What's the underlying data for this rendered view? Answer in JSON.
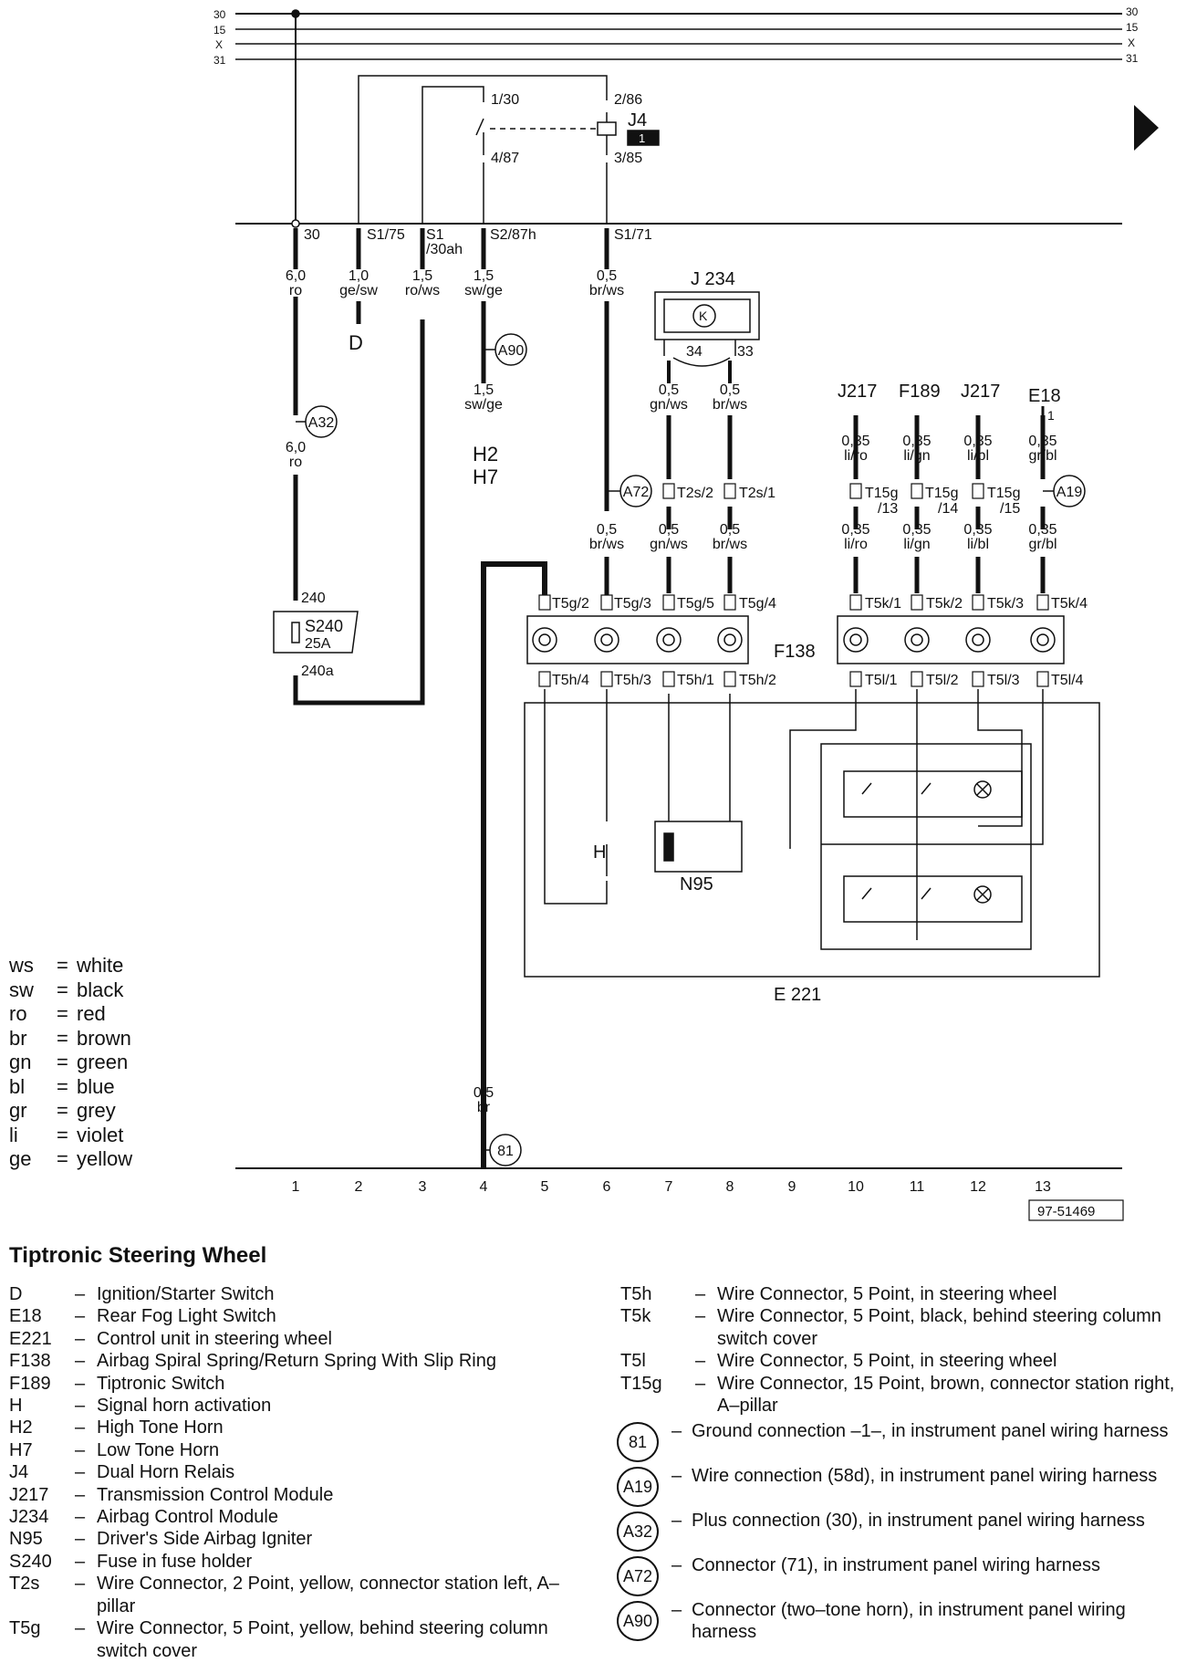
{
  "rails": {
    "left_labels": [
      "30",
      "15",
      "X",
      "31"
    ],
    "right_labels": [
      "30",
      "15",
      "X",
      "31"
    ]
  },
  "relay": {
    "name": "J4",
    "badge": "1",
    "pins": [
      "1/30",
      "4/87",
      "2/86",
      "3/85"
    ]
  },
  "terminals": [
    "30",
    "S1/75",
    "S1",
    "/30ah",
    "S2/87h",
    "S1/71"
  ],
  "wires": {
    "w1": [
      "6,0",
      "ro"
    ],
    "w2": [
      "1,0",
      "ge/sw"
    ],
    "w3": [
      "1,5",
      "ro/ws"
    ],
    "w4a": [
      "1,5",
      "sw/ge"
    ],
    "w4b": [
      "1,5",
      "sw/ge"
    ],
    "w6": [
      "0,5",
      "br/ws"
    ],
    "w1b": [
      "6,0",
      "ro"
    ],
    "w7a": [
      "0,5",
      "gn/ws"
    ],
    "w8a": [
      "0,5",
      "br/ws"
    ],
    "w6b": [
      "0,5",
      "br/ws"
    ],
    "w7b": [
      "0,5",
      "gn/ws"
    ],
    "w8b": [
      "0,5",
      "br/ws"
    ],
    "w10a": [
      "0,35",
      "li/ro"
    ],
    "w11a": [
      "0,35",
      "li/gn"
    ],
    "w12a": [
      "0,35",
      "li/bl"
    ],
    "w13a": [
      "0,35",
      "gr/bl"
    ],
    "w10b": [
      "0,35",
      "li/ro"
    ],
    "w11b": [
      "0,35",
      "li/gn"
    ],
    "w12b": [
      "0,35",
      "li/bl"
    ],
    "w13b": [
      "0,35",
      "gr/bl"
    ],
    "w4g": [
      "0,5",
      "br"
    ]
  },
  "labels": {
    "D": "D",
    "H2": "H2",
    "H7": "H7",
    "J234": "J 234",
    "pin34": "34",
    "pin33": "33",
    "J217a": "J217",
    "F189": "F189",
    "J217b": "J217",
    "E18": "E18",
    "E18pin": "1",
    "F138": "F138",
    "N95": "N95",
    "H": "H",
    "E221": "E 221",
    "S240": "S240",
    "S240a": "25A",
    "p240": "240",
    "p240a": "240a",
    "T2s2": "T2s/2",
    "T2s1": "T2s/1",
    "T15g13": "T15g",
    "T15g13b": "/13",
    "T15g14": "T15g",
    "T15g14b": "/14",
    "T15g15": "T15g",
    "T15g15b": "/15",
    "T5g2": "T5g/2",
    "T5g3": "T5g/3",
    "T5g5": "T5g/5",
    "T5g4": "T5g/4",
    "T5k1": "T5k/1",
    "T5k2": "T5k/2",
    "T5k3": "T5k/3",
    "T5k4": "T5k/4",
    "T5h4": "T5h/4",
    "T5h3": "T5h/3",
    "T5h1": "T5h/1",
    "T5h2": "T5h/2",
    "T5l1": "T5l/1",
    "T5l2": "T5l/2",
    "T5l3": "T5l/3",
    "T5l4": "T5l/4",
    "A32": "A32",
    "A90": "A90",
    "A72": "A72",
    "A19": "A19",
    "g81": "81",
    "ref": "97-51469"
  },
  "columns": [
    "1",
    "2",
    "3",
    "4",
    "5",
    "6",
    "7",
    "8",
    "9",
    "10",
    "11",
    "12",
    "13"
  ],
  "color_legend": [
    {
      "abbr": "ws",
      "name": "white"
    },
    {
      "abbr": "sw",
      "name": "black"
    },
    {
      "abbr": "ro",
      "name": "red"
    },
    {
      "abbr": "br",
      "name": "brown"
    },
    {
      "abbr": "gn",
      "name": "green"
    },
    {
      "abbr": "bl",
      "name": "blue"
    },
    {
      "abbr": "gr",
      "name": "grey"
    },
    {
      "abbr": "li",
      "name": "violet"
    },
    {
      "abbr": "ge",
      "name": "yellow"
    }
  ],
  "title": "Tiptronic Steering Wheel",
  "components": [
    {
      "code": "D",
      "desc": "Ignition/Starter Switch"
    },
    {
      "code": "E18",
      "desc": "Rear Fog Light Switch"
    },
    {
      "code": "E221",
      "desc": "Control unit in steering wheel"
    },
    {
      "code": "F138",
      "desc": "Airbag Spiral Spring/Return Spring With Slip Ring"
    },
    {
      "code": "F189",
      "desc": "Tiptronic Switch"
    },
    {
      "code": "H",
      "desc": "Signal horn activation"
    },
    {
      "code": "H2",
      "desc": "High Tone Horn"
    },
    {
      "code": "H7",
      "desc": "Low Tone Horn"
    },
    {
      "code": "J4",
      "desc": "Dual Horn Relais"
    },
    {
      "code": "J217",
      "desc": "Transmission Control Module"
    },
    {
      "code": "J234",
      "desc": "Airbag Control Module"
    },
    {
      "code": "N95",
      "desc": "Driver's Side Airbag Igniter"
    },
    {
      "code": "S240",
      "desc": "Fuse in fuse holder"
    },
    {
      "code": "T2s",
      "desc": "Wire Connector, 2 Point, yellow, connector station left, A–pillar"
    },
    {
      "code": "T5g",
      "desc": "Wire Connector, 5 Point, yellow, behind steering column switch cover"
    }
  ],
  "connectors": [
    {
      "code": "T5h",
      "desc": "Wire Connector, 5 Point, in steering wheel"
    },
    {
      "code": "T5k",
      "desc": "Wire Connector, 5 Point, black, behind steering column switch cover"
    },
    {
      "code": "T5l",
      "desc": "Wire Connector, 5 Point, in steering wheel"
    },
    {
      "code": "T15g",
      "desc": "Wire Connector, 15 Point, brown, connector station right, A–pillar"
    }
  ],
  "grounds": [
    {
      "code": "81",
      "desc": "Ground connection –1–, in instrument panel wiring harness"
    },
    {
      "code": "A19",
      "desc": "Wire connection (58d), in instrument panel wiring harness"
    },
    {
      "code": "A32",
      "desc": "Plus connection (30), in instrument panel wiring harness"
    },
    {
      "code": "A72",
      "desc": "Connector (71), in instrument panel wiring harness"
    },
    {
      "code": "A90",
      "desc": "Connector (two–tone horn), in instrument panel wiring harness"
    }
  ]
}
